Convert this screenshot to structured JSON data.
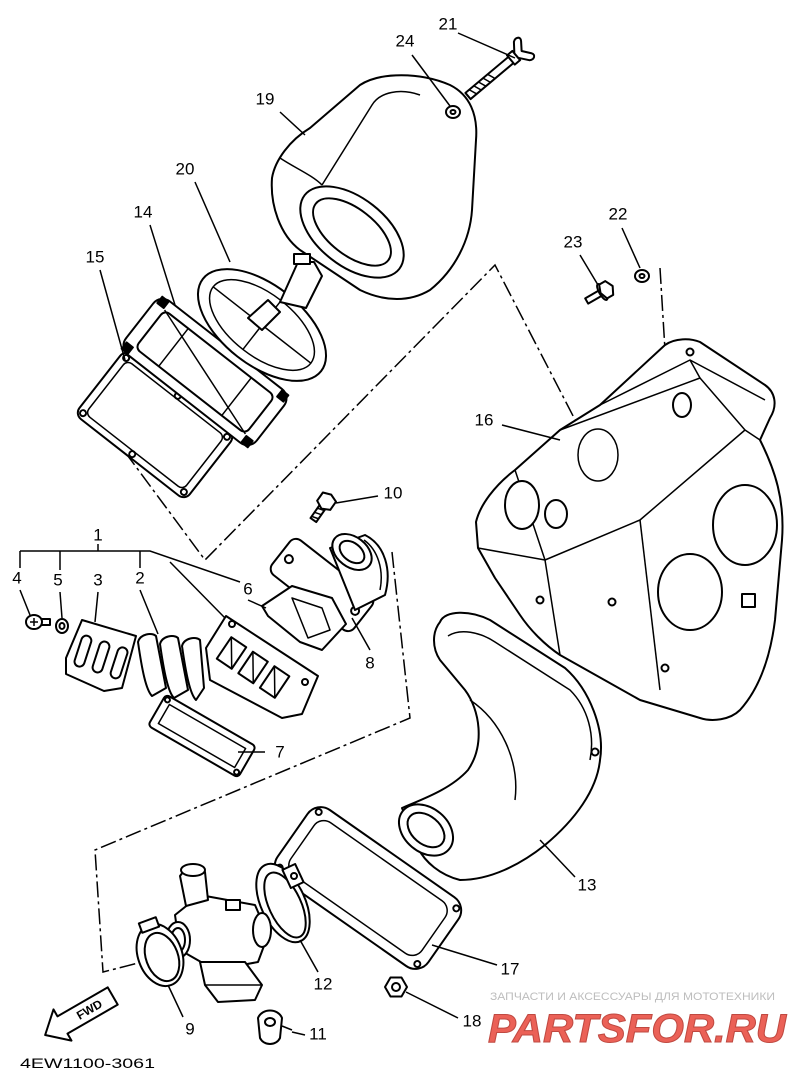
{
  "callouts": {
    "c1": "1",
    "c2": "2",
    "c3": "3",
    "c4": "4",
    "c5": "5",
    "c6": "6",
    "c7": "7",
    "c8": "8",
    "c9": "9",
    "c10": "10",
    "c11": "11",
    "c12": "12",
    "c13": "13",
    "c14": "14",
    "c15": "15",
    "c16": "16",
    "c17": "17",
    "c18": "18",
    "c19": "19",
    "c20": "20",
    "c21": "21",
    "c22": "22",
    "c23": "23",
    "c24": "24"
  },
  "fwd_label": "FWD",
  "diagram_code": "4EW1100-3061",
  "watermark": {
    "tagline": "ЗАПЧАСТИ И АКСЕССУАРЫ ДЛЯ МОТОТЕХНИКИ",
    "logo": "PARTSFOR.RU"
  },
  "colors": {
    "line": "#000000",
    "background": "#ffffff",
    "watermark_text": "#bdbdbd",
    "logo": "#e8463a"
  },
  "icons": {
    "fwd": "fwd-arrow-icon"
  }
}
